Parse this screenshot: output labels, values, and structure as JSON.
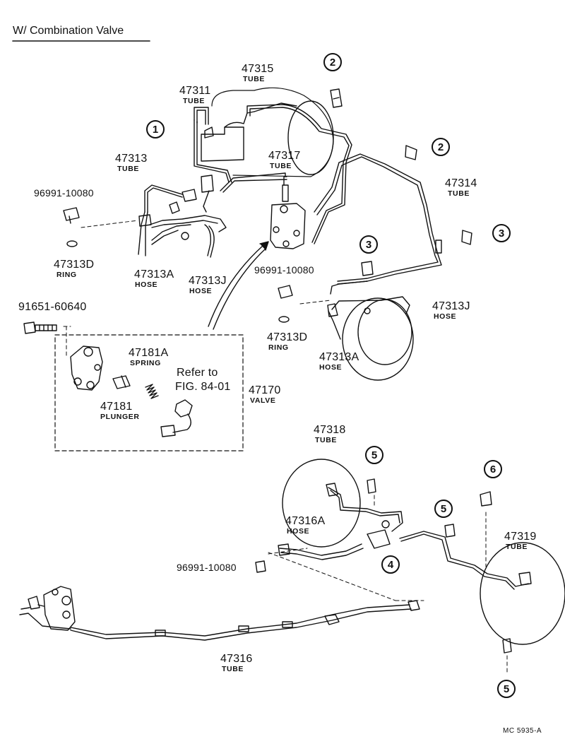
{
  "header": {
    "title": "W/  Combination Valve"
  },
  "labels": {
    "p47315": {
      "num": "47315",
      "sub": "TUBE"
    },
    "p47311": {
      "num": "47311",
      "sub": "TUBE"
    },
    "p47313": {
      "num": "47313",
      "sub": "TUBE"
    },
    "p47317": {
      "num": "47317",
      "sub": "TUBE"
    },
    "p47314": {
      "num": "47314",
      "sub": "TUBE"
    },
    "p96991_a": {
      "num": "96991-10080"
    },
    "p47313D_a": {
      "num": "47313D",
      "sub": "RING"
    },
    "p47313A_a": {
      "num": "47313A",
      "sub": "HOSE"
    },
    "p47313J_a": {
      "num": "47313J",
      "sub": "HOSE"
    },
    "p96991_b": {
      "num": "96991-10080"
    },
    "p47313J_b": {
      "num": "47313J",
      "sub": "HOSE"
    },
    "p47313D_b": {
      "num": "47313D",
      "sub": "RING"
    },
    "p47313A_b": {
      "num": "47313A",
      "sub": "HOSE"
    },
    "p91651": {
      "num": "91651-60640"
    },
    "p47181A": {
      "num": "47181A",
      "sub": "SPRING"
    },
    "p47181": {
      "num": "47181",
      "sub": "PLUNGER"
    },
    "p47170": {
      "num": "47170",
      "sub": "VALVE"
    },
    "refer": {
      "line1": "Refer to",
      "line2": "FIG. 84-01"
    },
    "p47318": {
      "num": "47318",
      "sub": "TUBE"
    },
    "p47316A": {
      "num": "47316A",
      "sub": "HOSE"
    },
    "p96991_c": {
      "num": "96991-10080"
    },
    "p47319": {
      "num": "47319",
      "sub": "TUBE"
    },
    "p47316": {
      "num": "47316",
      "sub": "TUBE"
    }
  },
  "callouts": {
    "c1": "1",
    "c2a": "2",
    "c2b": "2",
    "c3a": "3",
    "c3b": "3",
    "c4": "4",
    "c5a": "5",
    "c5b": "5",
    "c5c": "5",
    "c6": "6"
  },
  "footer": {
    "code": "MC  5935-A"
  }
}
